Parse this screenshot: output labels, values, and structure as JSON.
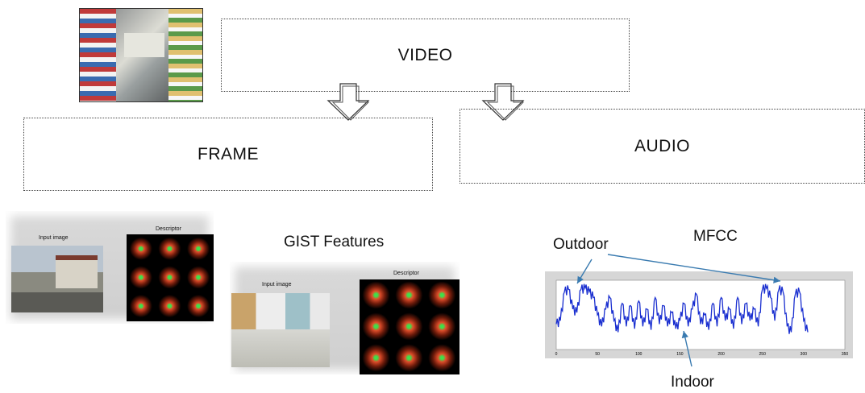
{
  "boxes": {
    "video": "VIDEO",
    "frame": "FRAME",
    "audio": "AUDIO"
  },
  "gist": {
    "title": "GIST Features",
    "panel1": {
      "input_label": "Input image",
      "descriptor_label": "Descriptor"
    },
    "panel2": {
      "input_label": "Input image",
      "descriptor_label": "Descriptor"
    }
  },
  "mfcc": {
    "title": "MFCC",
    "outdoor_label": "Outdoor",
    "indoor_label": "Indoor"
  },
  "chart_data": {
    "type": "line",
    "title": "",
    "xlabel": "",
    "ylabel": "",
    "xlim": [
      0,
      350
    ],
    "ylim": [
      0.1,
      0.7
    ],
    "x_ticks": [
      "0",
      "50",
      "100",
      "150",
      "200",
      "250",
      "300",
      "350"
    ],
    "series": [
      {
        "values": [
          [
            0,
            0.32
          ],
          [
            5,
            0.35
          ],
          [
            10,
            0.6
          ],
          [
            15,
            0.62
          ],
          [
            20,
            0.45
          ],
          [
            25,
            0.42
          ],
          [
            30,
            0.62
          ],
          [
            35,
            0.63
          ],
          [
            40,
            0.6
          ],
          [
            45,
            0.55
          ],
          [
            50,
            0.4
          ],
          [
            55,
            0.3
          ],
          [
            60,
            0.45
          ],
          [
            65,
            0.55
          ],
          [
            70,
            0.35
          ],
          [
            75,
            0.25
          ],
          [
            80,
            0.5
          ],
          [
            85,
            0.3
          ],
          [
            90,
            0.48
          ],
          [
            95,
            0.28
          ],
          [
            100,
            0.52
          ],
          [
            105,
            0.3
          ],
          [
            110,
            0.45
          ],
          [
            115,
            0.27
          ],
          [
            120,
            0.55
          ],
          [
            125,
            0.32
          ],
          [
            130,
            0.48
          ],
          [
            135,
            0.3
          ],
          [
            140,
            0.42
          ],
          [
            145,
            0.28
          ],
          [
            150,
            0.35
          ],
          [
            155,
            0.5
          ],
          [
            160,
            0.3
          ],
          [
            165,
            0.45
          ],
          [
            170,
            0.58
          ],
          [
            175,
            0.32
          ],
          [
            180,
            0.4
          ],
          [
            185,
            0.27
          ],
          [
            190,
            0.5
          ],
          [
            195,
            0.3
          ],
          [
            200,
            0.55
          ],
          [
            205,
            0.35
          ],
          [
            210,
            0.45
          ],
          [
            215,
            0.28
          ],
          [
            220,
            0.55
          ],
          [
            225,
            0.32
          ],
          [
            230,
            0.5
          ],
          [
            235,
            0.35
          ],
          [
            240,
            0.45
          ],
          [
            245,
            0.3
          ],
          [
            250,
            0.62
          ],
          [
            255,
            0.63
          ],
          [
            260,
            0.55
          ],
          [
            265,
            0.35
          ],
          [
            270,
            0.62
          ],
          [
            275,
            0.6
          ],
          [
            280,
            0.3
          ],
          [
            285,
            0.25
          ],
          [
            290,
            0.58
          ],
          [
            295,
            0.6
          ],
          [
            300,
            0.35
          ],
          [
            305,
            0.25
          ]
        ],
        "color": "#1a2fd0"
      }
    ]
  }
}
